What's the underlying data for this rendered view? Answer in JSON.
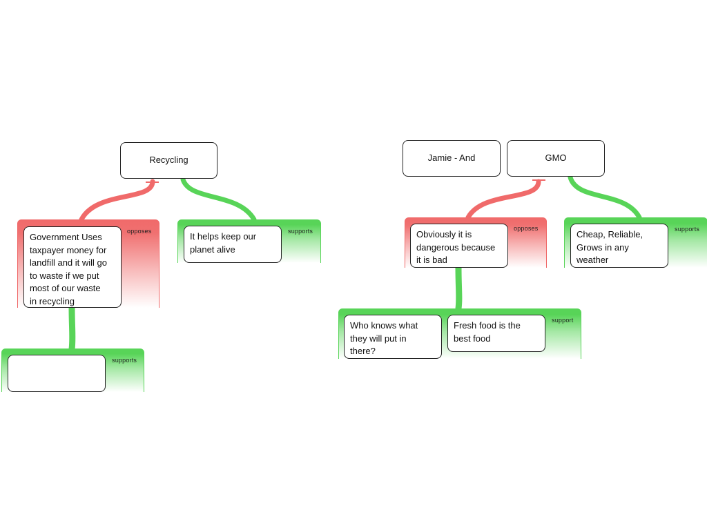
{
  "maps": [
    {
      "topic": "Recycling",
      "reasons": [
        {
          "relation": "opposes",
          "claim": "Government Uses\ntaxpayer money for\nlandfill and it will go\nto waste if we put\nmost of our waste\nin recycling",
          "children": [
            {
              "relation": "supports",
              "claim": ""
            }
          ]
        },
        {
          "relation": "supports",
          "claim": "It helps keep our\nplanet alive"
        }
      ]
    },
    {
      "author": "Jamie - And",
      "topic": "GMO",
      "reasons": [
        {
          "relation": "opposes",
          "claim": "Obviously it is\ndangerous because\nit is bad",
          "children": [
            {
              "relation": "support",
              "claims": [
                "Who knows what\nthey will put in\nthere?",
                "Fresh food is the\nbest food"
              ]
            }
          ]
        },
        {
          "relation": "supports",
          "claim": "Cheap, Reliable,\nGrows in any\nweather"
        }
      ]
    }
  ],
  "colors": {
    "supports": "#58d458",
    "opposes": "#f06a6a",
    "box_border": "#222222"
  }
}
